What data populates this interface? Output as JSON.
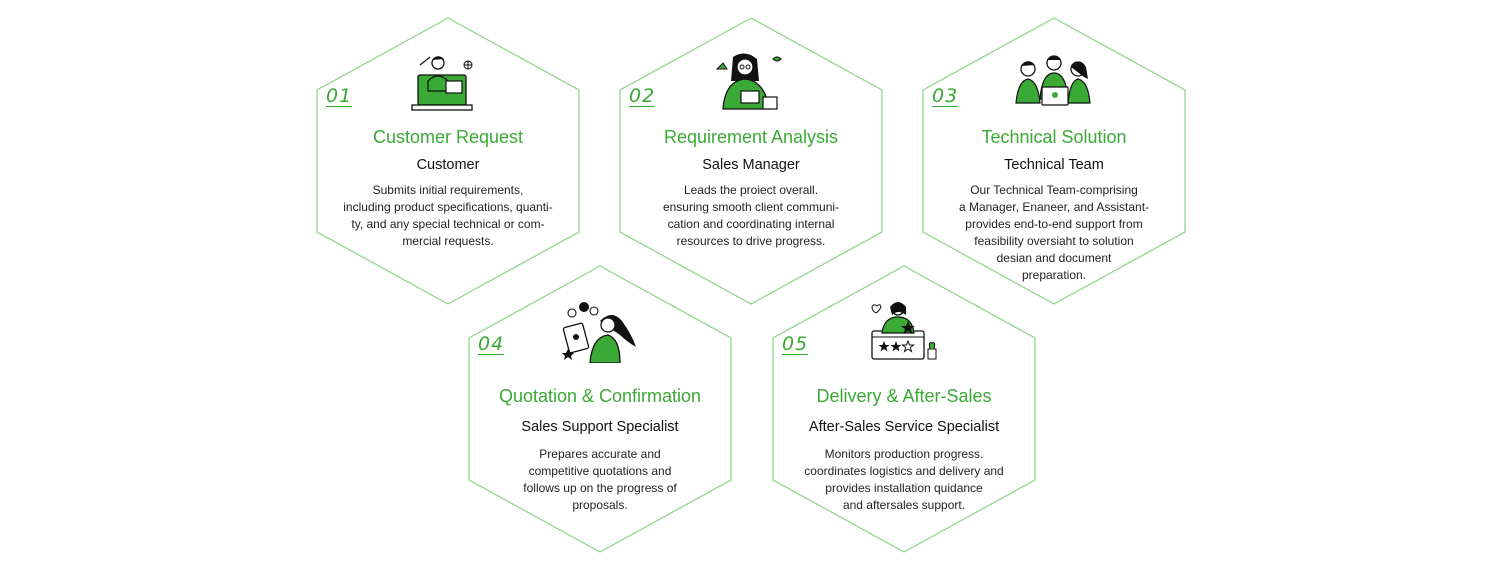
{
  "steps": [
    {
      "number": "01",
      "title": "Customer Request",
      "role": "Customer",
      "lines": [
        "Submits initial requirements,",
        "including product specifications, quanti-",
        "ty, and any special technical or com-",
        "mercial requests."
      ],
      "illustration": "person-at-laptop-icon"
    },
    {
      "number": "02",
      "title": "Requirement Analysis",
      "role": "Sales Manager",
      "lines": [
        "Leads the proiect overall.",
        "ensuring smooth client communi-",
        "cation and coordinating internal",
        "resources to drive progress."
      ],
      "illustration": "manager-with-documents-icon"
    },
    {
      "number": "03",
      "title": "Technical Solution",
      "role": "Technical Team",
      "lines": [
        "Our Technical Team-comprising",
        "a Manager, Enaneer, and Assistant-",
        "provides end-to-end support from",
        "feasibility oversiaht to solution",
        "desian and document",
        "preparation."
      ],
      "illustration": "team-of-three-icon"
    },
    {
      "number": "04",
      "title": "Quotation & Confirmation",
      "role": "Sales Support Specialist",
      "lines": [
        "Prepares accurate and",
        "competitive quotations and",
        "follows up on the progress of",
        "proposals."
      ],
      "illustration": "specialist-with-tablet-icon"
    },
    {
      "number": "05",
      "title": "Delivery & After-Sales",
      "role": "After-Sales Service Specialist",
      "lines": [
        "Monitors production progress.",
        "coordinates logistics and delivery and",
        "provides installation quidance",
        "and aftersales support."
      ],
      "illustration": "rating-stars-icon"
    }
  ],
  "colors": {
    "accent": "#3aa935",
    "outline": "#8ad483",
    "text": "#1a1a1a"
  }
}
